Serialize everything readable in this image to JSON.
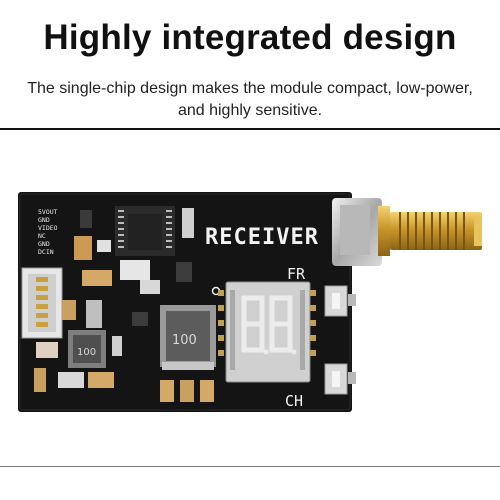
{
  "header": {
    "title": "Highly integrated design",
    "subtitle": "The single-chip design makes the module compact, low-power, and highly sensitive."
  },
  "board": {
    "main_label": "RECEIVER",
    "pin_labels": [
      "5VOUT",
      "GND",
      "VIDEO",
      "NC",
      "GND",
      "DCIN"
    ],
    "inductor_small": "100",
    "inductor_large": "100",
    "button_top_label": "FR",
    "button_bottom_label": "CH"
  },
  "colors": {
    "pcb": "#141414",
    "silkscreen": "#f2f2f2",
    "gold": "#d3a632"
  }
}
